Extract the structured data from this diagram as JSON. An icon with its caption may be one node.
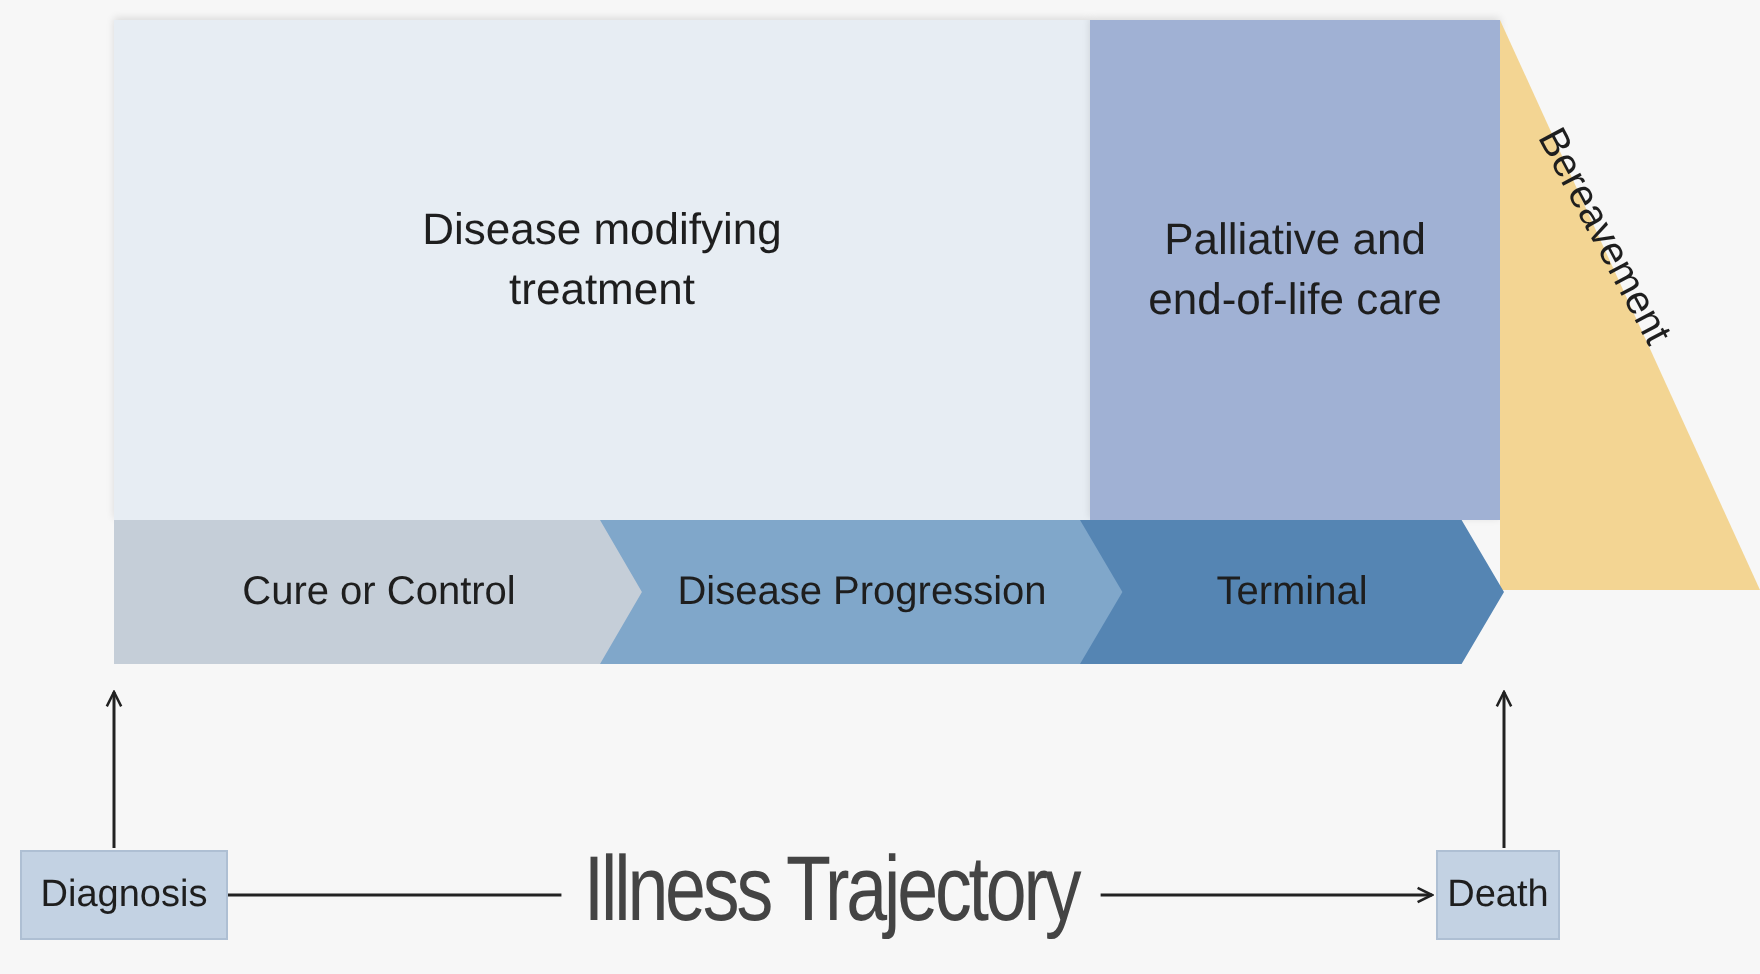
{
  "diagram": {
    "nodes": [
      {
        "text": [
          "Disease modifying treatment"
        ]
      },
      {
        "text": [
          "Palliative and end-of-life care"
        ]
      },
      {
        "text": [
          "Bereavement"
        ]
      },
      {
        "text": [
          "Cure or Control"
        ]
      },
      {
        "text": [
          "Disease Progression"
        ]
      },
      {
        "text": [
          "Terminal"
        ]
      },
      {
        "text": [
          "Diagnosis"
        ]
      },
      {
        "text": [
          "Death"
        ]
      }
    ],
    "edges": [
      {
        "from": 6,
        "to": 3,
        "arrow": "to"
      },
      {
        "from": 7,
        "to": 5,
        "arrow": "to"
      },
      {
        "from": 6,
        "to": 7,
        "arrow": "to",
        "label": "Illness Trajectory"
      }
    ]
  }
}
